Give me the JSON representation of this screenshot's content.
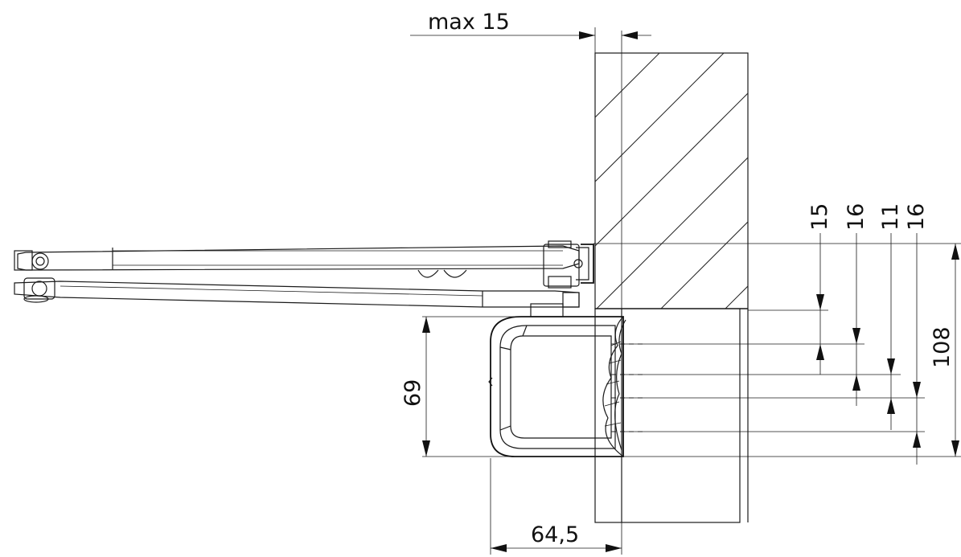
{
  "dimensions": {
    "wall_gap": "max 15",
    "height_total": "108",
    "height_body": "69",
    "width_body": "64,5",
    "offset_1": "15",
    "offset_2": "16",
    "offset_3": "11",
    "offset_4": "16"
  }
}
